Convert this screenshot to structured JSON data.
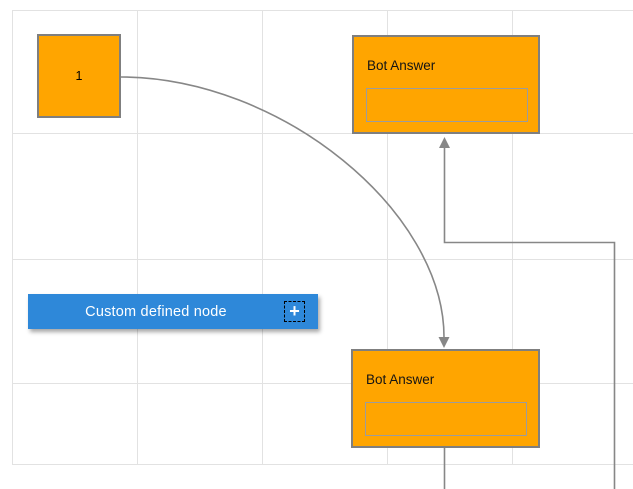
{
  "canvas": {
    "background": "#ffffff",
    "grid_color": "#e2e2e2"
  },
  "nodes": {
    "one": {
      "label": "1",
      "fill": "#ffa500",
      "border_color": "#7f7f7f"
    },
    "bot_top": {
      "title": "Bot Answer",
      "fill": "#ffa500",
      "border_color": "#7f7f7f",
      "field_value": ""
    },
    "bot_bottom": {
      "title": "Bot Answer",
      "fill": "#ffa500",
      "border_color": "#7f7f7f",
      "field_value": ""
    },
    "custom": {
      "label": "Custom defined node",
      "fill": "#2e88d9",
      "text_color": "#ffffff",
      "icon": "plus-icon",
      "icon_glyph": "+"
    }
  },
  "connectors": {
    "color": "#878787",
    "items": [
      {
        "from": "one",
        "to": "bot_bottom",
        "type": "bezier",
        "arrow": "target"
      },
      {
        "from": "bot_bottom",
        "to": "bot_top",
        "type": "orthogonal",
        "arrow": "target"
      }
    ]
  }
}
